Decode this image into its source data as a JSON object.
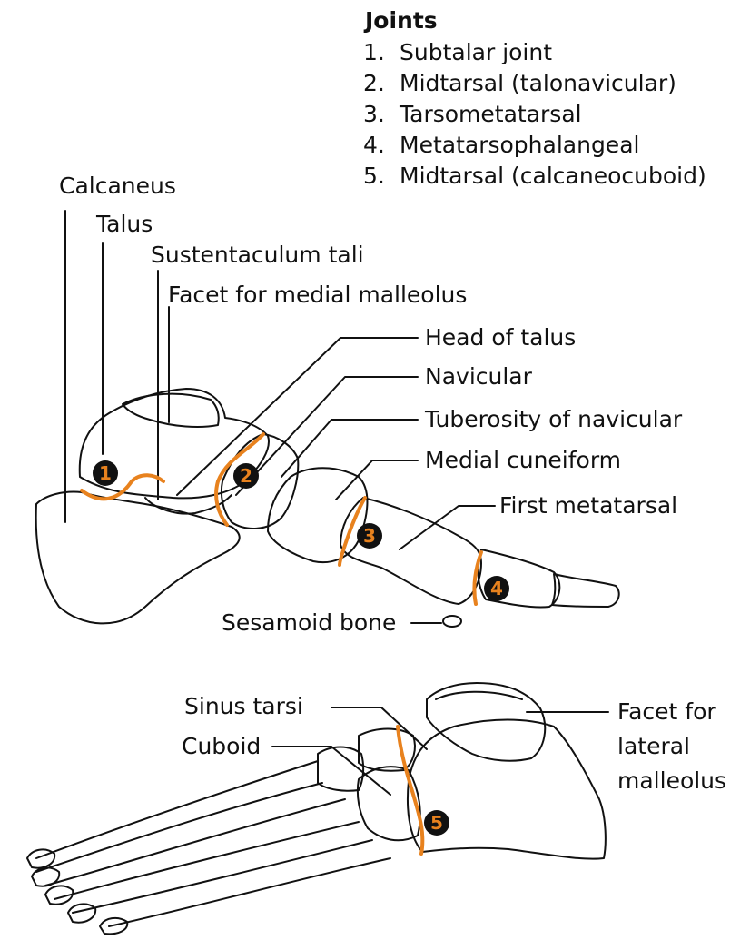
{
  "legend": {
    "title": "Joints",
    "items": [
      {
        "num": "1.",
        "label": "Subtalar joint"
      },
      {
        "num": "2.",
        "label": "Midtarsal (talonavicular)"
      },
      {
        "num": "3.",
        "label": "Tarsometatarsal"
      },
      {
        "num": "4.",
        "label": "Metatarsophalangeal"
      },
      {
        "num": "5.",
        "label": "Midtarsal (calcaneocuboid)"
      }
    ]
  },
  "medial_view": {
    "labels": {
      "calcaneus": "Calcaneus",
      "talus": "Talus",
      "sustentaculum": "Sustentaculum tali",
      "facet_medial": "Facet for medial malleolus",
      "head_talus": "Head of talus",
      "navicular": "Navicular",
      "tuberosity": "Tuberosity of navicular",
      "medial_cuneiform": "Medial cuneiform",
      "first_metatarsal": "First metatarsal",
      "sesamoid": "Sesamoid bone"
    },
    "joint_markers": [
      "1",
      "2",
      "3",
      "4"
    ]
  },
  "lateral_view": {
    "labels": {
      "sinus_tarsi": "Sinus tarsi",
      "cuboid": "Cuboid",
      "facet_lateral_1": "Facet for",
      "facet_lateral_2": "lateral",
      "facet_lateral_3": "malleolus"
    },
    "joint_markers": [
      "5"
    ]
  },
  "colors": {
    "joint_line": "#e8821e",
    "marker_fill": "#111111",
    "marker_text": "#e8821e",
    "outline": "#111111"
  }
}
